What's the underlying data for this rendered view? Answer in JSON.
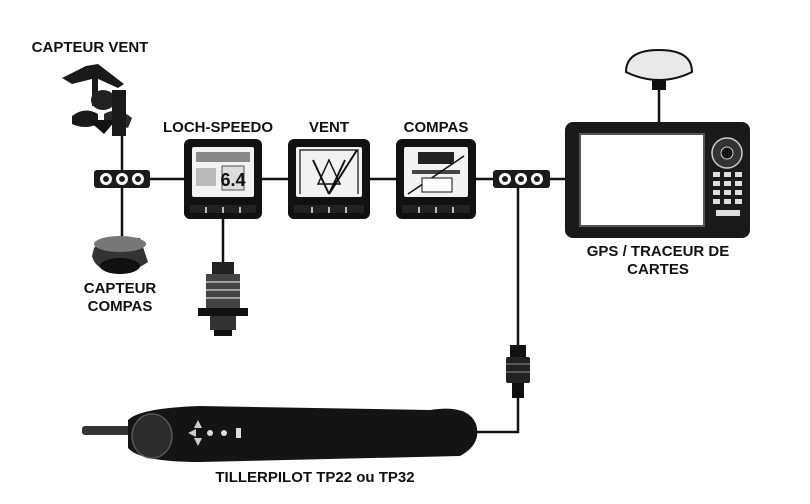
{
  "labels": {
    "wind_sensor": "CAPTEUR VENT",
    "loch_speedo": "LOCH-SPEEDO",
    "wind": "VENT",
    "compass": "COMPAS",
    "compass_sensor_line1": "CAPTEUR",
    "compass_sensor_line2": "COMPAS",
    "gps_line1": "GPS / TRACEUR DE",
    "gps_line2": "CARTES",
    "tillerpilot": "TILLERPILOT TP22 ou TP32"
  },
  "displays": {
    "loch_reading": "6.4"
  },
  "colors": {
    "ink": "#111111",
    "instrument_face": "#f2f2f2",
    "gps_screen": "#ffffff",
    "antenna": "#e9e9e9"
  }
}
